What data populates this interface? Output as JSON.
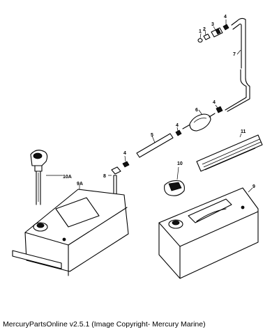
{
  "labels": {
    "p1": "1",
    "p2": "2",
    "p3": "3",
    "p4a": "4",
    "p4b": "4",
    "p4c": "4",
    "p4d": "4",
    "p5": "5",
    "p6": "6",
    "p7": "7",
    "p8": "8",
    "p9": "9",
    "p9a": "9A",
    "p10": "10",
    "p10a": "10A",
    "p11": "11"
  },
  "caption": "MercuryPartsOnline v2.5.1 (Image Copyright- Mercury Marine)"
}
